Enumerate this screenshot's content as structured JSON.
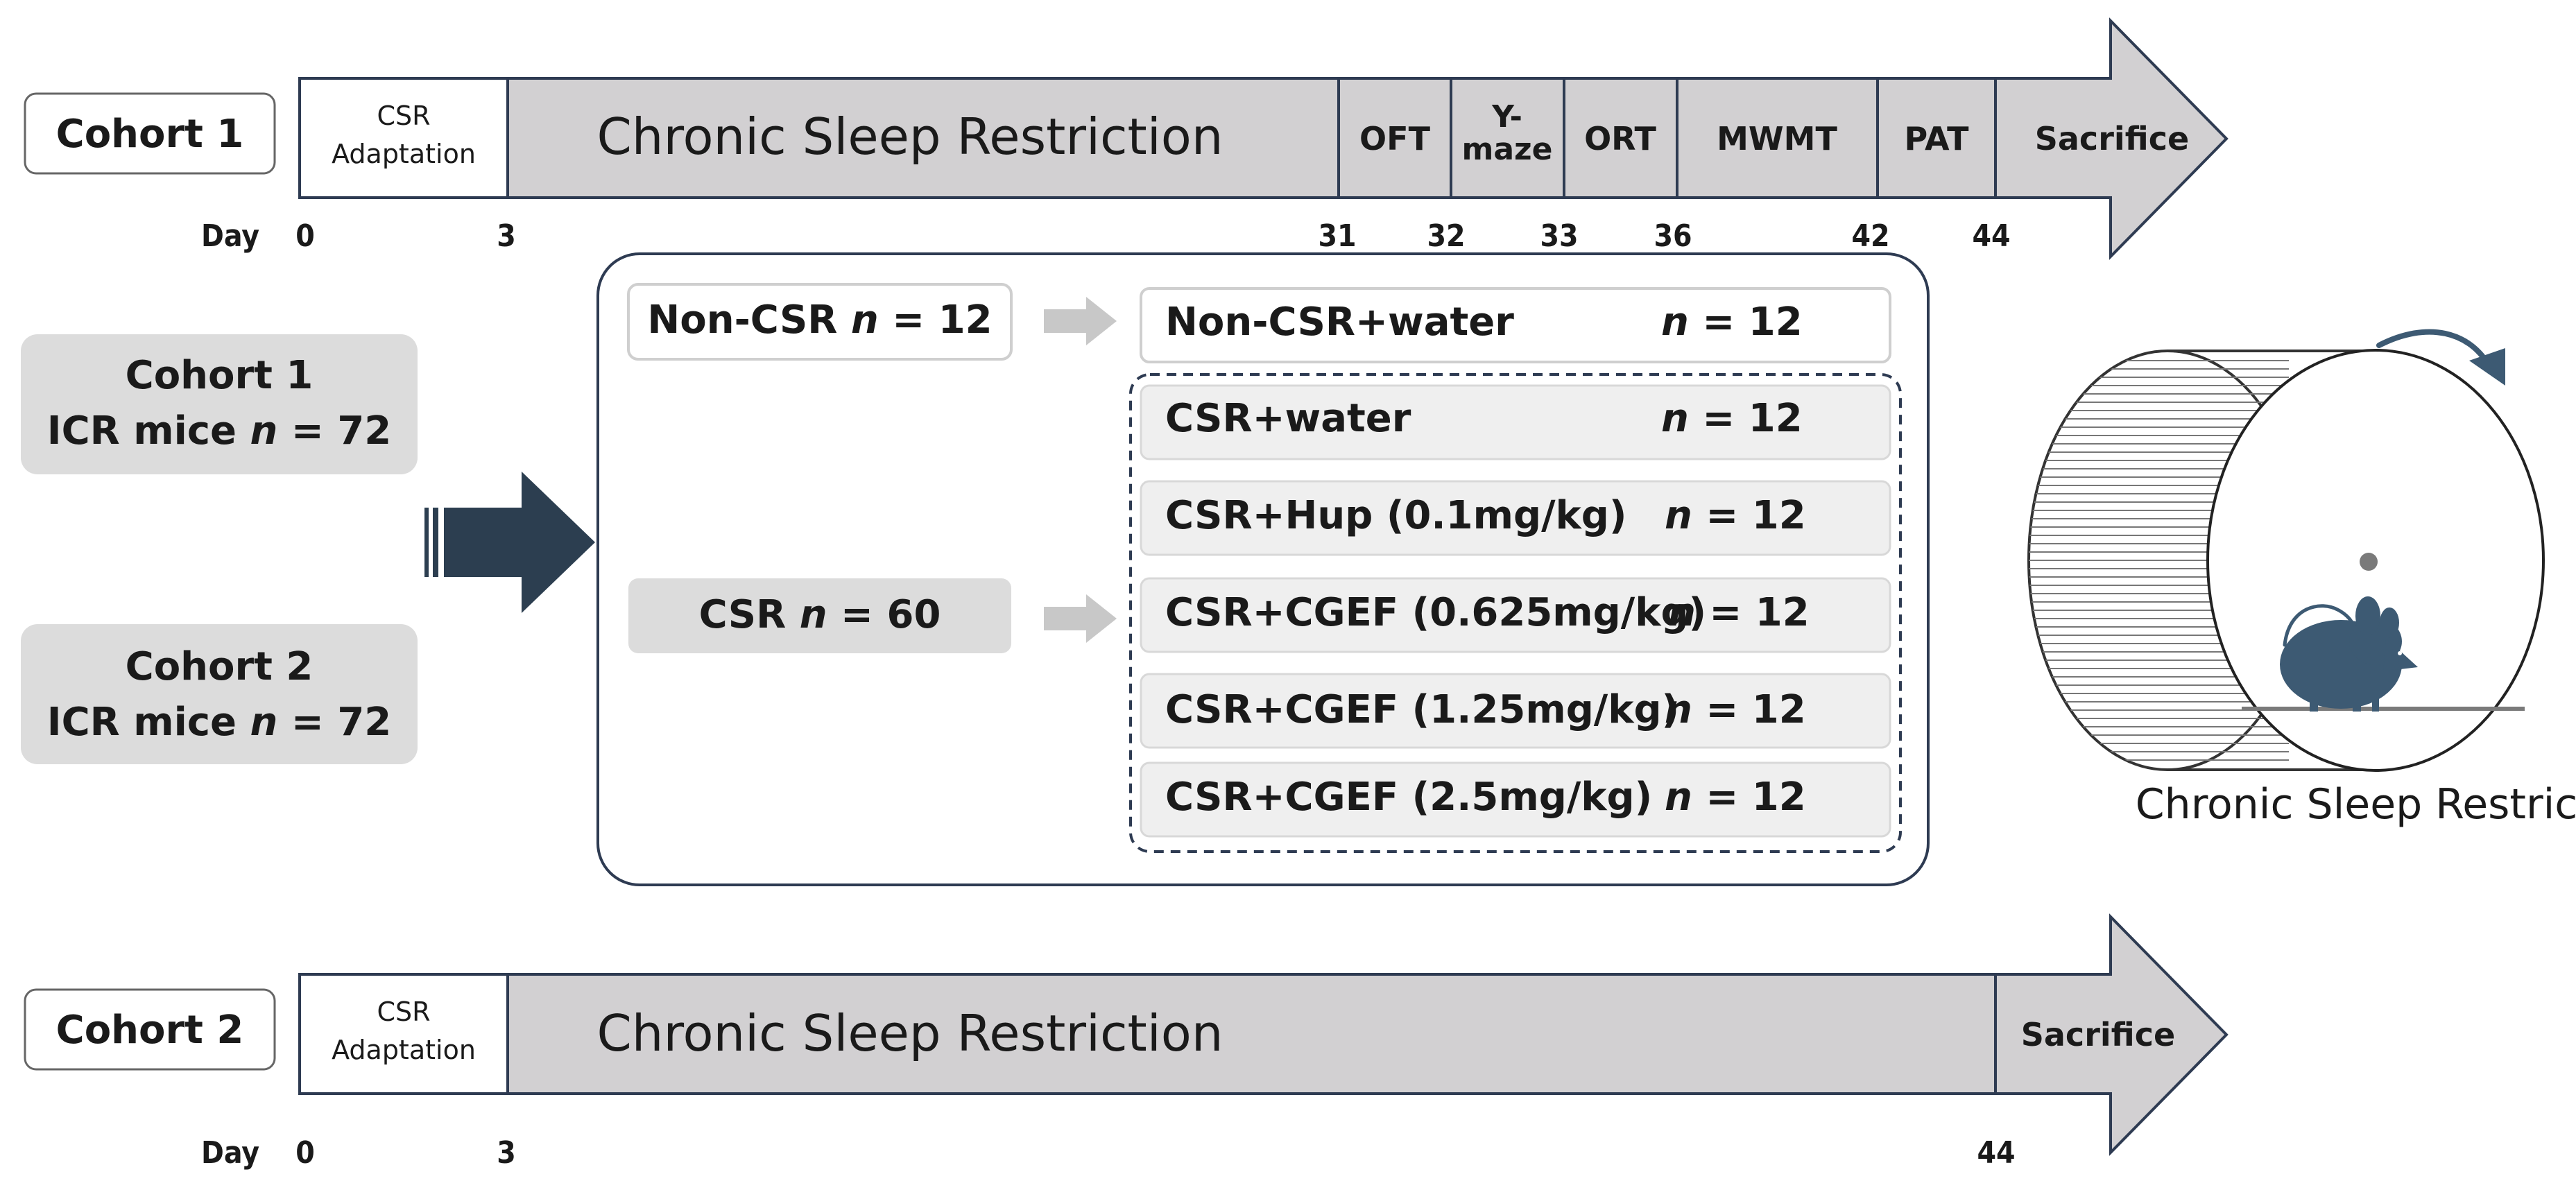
{
  "timeline_top": {
    "cohort_label": "Cohort 1",
    "adapt_line1": "CSR",
    "adapt_line2": "Adaptation",
    "main_label": "Chronic Sleep Restriction",
    "tests": [
      "OFT",
      "Y-",
      "maze",
      "ORT",
      "MWMT",
      "PAT"
    ],
    "end_label": "Sacrifice",
    "day_label": "Day",
    "days": [
      "0",
      "3",
      "31",
      "32",
      "33",
      "36",
      "42",
      "44"
    ]
  },
  "timeline_bottom": {
    "cohort_label": "Cohort 2",
    "adapt_line1": "CSR",
    "adapt_line2": "Adaptation",
    "main_label": "Chronic Sleep Restriction",
    "end_label": "Sacrifice",
    "day_label": "Day",
    "days": [
      "0",
      "3",
      "44"
    ]
  },
  "cohorts": [
    {
      "title": "Cohort 1",
      "mice_prefix": "ICR mice ",
      "n_symbol": "n",
      "n_value": " = 72"
    },
    {
      "title": "Cohort 2",
      "mice_prefix": "ICR mice ",
      "n_symbol": "n",
      "n_value": " = 72"
    }
  ],
  "groups": {
    "noncsr": {
      "prefix": "Non-CSR ",
      "n_symbol": "n",
      "n_value": " = 12"
    },
    "csr": {
      "prefix": "CSR ",
      "n_symbol": "n",
      "n_value": " = 60"
    }
  },
  "subgroups": [
    {
      "label": "Non-CSR+water",
      "n_symbol": "n",
      "n_value": " = 12"
    },
    {
      "label": "CSR+water",
      "n_symbol": "n",
      "n_value": " = 12"
    },
    {
      "label": "CSR+Hup (0.1mg/kg)",
      "n_symbol": "n",
      "n_value": " = 12"
    },
    {
      "label": "CSR+CGEF (0.625mg/kg)",
      "n_symbol": "n",
      "n_value": " = 12"
    },
    {
      "label": "CSR+CGEF (1.25mg/kg)",
      "n_symbol": "n",
      "n_value": " = 12"
    },
    {
      "label": "CSR+CGEF (2.5mg/kg)",
      "n_symbol": "n",
      "n_value": " = 12"
    }
  ],
  "wheel_caption": "Chronic Sleep Restriction",
  "colors": {
    "arrow_fill": "#d2d0d2",
    "arrow_stroke": "#2e3b52",
    "box_fill": "#efefef",
    "dark_arrow": "#2c3e50",
    "mouse": "#3d5a73",
    "light_arrow": "#c8c8c8"
  }
}
